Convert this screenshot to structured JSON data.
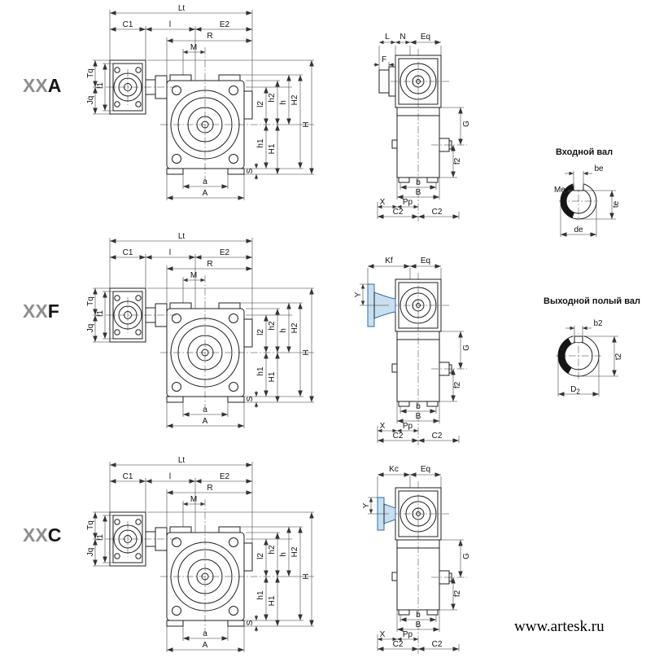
{
  "models": [
    {
      "prefix": "XX",
      "suffix": "A"
    },
    {
      "prefix": "XX",
      "suffix": "F"
    },
    {
      "prefix": "XX",
      "suffix": "C"
    }
  ],
  "front_dims": {
    "lt": "Lt",
    "c1": "C1",
    "l": "l",
    "e2": "E2",
    "r": "R",
    "m": "M",
    "tq": "Tq",
    "jq": "Jq",
    "l1": "l1",
    "l2": "l2",
    "h2": "h2",
    "h": "h",
    "H2": "H2",
    "H": "H",
    "h1": "h1",
    "H1": "H1",
    "s": "S",
    "a": "a",
    "A": "A"
  },
  "side_dims": {
    "g": "G",
    "f2": "f2",
    "b": "b",
    "B": "B",
    "x": "X",
    "pp": "Pp",
    "c2": "C2",
    "rows": [
      {
        "d1": "L",
        "d2": "N",
        "eq": "Eq",
        "extra": "F"
      },
      {
        "d1": "Kf",
        "eq": "Eq",
        "extra": "Y"
      },
      {
        "d1": "Kc",
        "eq": "Eq",
        "extra": "Y"
      }
    ]
  },
  "input_shaft": {
    "title": "Входной вал",
    "be": "be",
    "me": "Me",
    "te": "te",
    "de": "de"
  },
  "output_shaft": {
    "title": "Выходной полый вал",
    "b2": "b2",
    "t2": "t2",
    "d2_base": "D",
    "d2_sub": "2"
  },
  "footer": {
    "website": "www.artesk.ru"
  }
}
